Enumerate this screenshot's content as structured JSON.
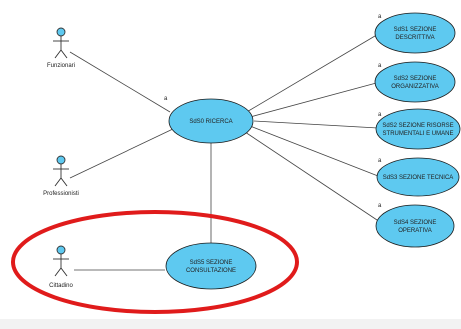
{
  "diagram": {
    "actors": [
      {
        "id": "funzionari",
        "label": "Funzionari"
      },
      {
        "id": "professionisti",
        "label": "Professionisti"
      },
      {
        "id": "cittadino",
        "label": "Cittadino"
      }
    ],
    "use_cases": [
      {
        "id": "ricerca",
        "lines": [
          "SdS0 RICERCA"
        ]
      },
      {
        "id": "descrittiva",
        "lines": [
          "SdS1 SEZIONE",
          "DESCRITTIVA"
        ]
      },
      {
        "id": "organizzativa",
        "lines": [
          "SdS2 SEZIONE",
          "ORGANIZZATIVA"
        ]
      },
      {
        "id": "risorse",
        "lines": [
          "SdS2 SEZIONE RISORSE",
          "STRUMENTALI E UMANE"
        ]
      },
      {
        "id": "tecnica",
        "lines": [
          "SdS3 SEZIONE TECNICA"
        ]
      },
      {
        "id": "operativa",
        "lines": [
          "SdS4 SEZIONE",
          "OPERATIVA"
        ]
      },
      {
        "id": "consultazione",
        "lines": [
          "SdS5 SEZIONE",
          "CONSULTAZIONE"
        ]
      }
    ],
    "multiplicity": "a",
    "colors": {
      "use_case_fill": "#5ec9f0",
      "use_case_stroke": "#1a1a1a",
      "actor_head": "#5ec9f0",
      "connector": "#444444",
      "highlight": "#e01b1b"
    }
  }
}
